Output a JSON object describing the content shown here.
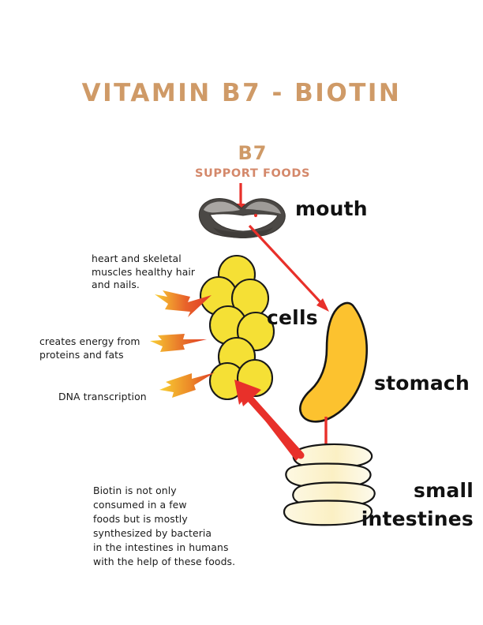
{
  "document": {
    "title": "VITAMIN B7 - BIOTIN",
    "background_color": "#ffffff"
  },
  "heading": {
    "vitamin_code": "B7",
    "subtitle": "SUPPORT FOODS",
    "title_color": "#cf9a67",
    "subtitle_color": "#d4886a"
  },
  "organs": {
    "mouth_label": "mouth",
    "cells_label": "cells",
    "stomach_label": "stomach",
    "small_label": "small",
    "intestines_label": "intestines",
    "mouth_color": "#4a4a4a",
    "mouth_highlight_color": "#a8a8a8",
    "cells_color": "#f5e035",
    "stomach_color": "#fcc22f",
    "intestines_color": "#fbf3ce"
  },
  "callouts": [
    {
      "id": "callout-muscles",
      "text": "heart and skeletal\nmuscles healthy hair\nand nails."
    },
    {
      "id": "callout-energy",
      "text": "creates energy from\nproteins and fats"
    },
    {
      "id": "callout-dna",
      "text": "DNA transcription"
    }
  ],
  "note": {
    "text": "Biotin is not only\nconsumed in a few\nfoods but is mostly\nsynthesized by bacteria\nin the intestines in humans\nwith the help of these foods."
  },
  "arrows": {
    "red_color": "#e8302a",
    "gradient_start_color": "#e03a26",
    "gradient_end_color": "#f7c731",
    "items": [
      {
        "id": "arrow-food-to-mouth",
        "from": "B7 support foods",
        "to": "mouth",
        "style": "thin-red-down"
      },
      {
        "id": "arrow-mouth-to-stomach",
        "from": "mouth",
        "to": "stomach",
        "style": "thin-red-diagonal"
      },
      {
        "id": "arrow-stomach-to-intestines",
        "from": "stomach",
        "to": "small intestines",
        "style": "thin-red-down"
      },
      {
        "id": "arrow-intestines-to-cells",
        "from": "small intestines",
        "to": "cells",
        "style": "thick-red-diagonal"
      },
      {
        "id": "arrow-cells-to-muscles",
        "from": "cells",
        "to": "callout-muscles",
        "style": "gradient-left"
      },
      {
        "id": "arrow-cells-to-energy",
        "from": "cells",
        "to": "callout-energy",
        "style": "gradient-left"
      },
      {
        "id": "arrow-cells-to-dna",
        "from": "cells",
        "to": "callout-dna",
        "style": "gradient-left"
      }
    ]
  },
  "cell_cluster": {
    "count": 8,
    "fill": "#f5e035",
    "stroke": "#1a1a1a"
  }
}
